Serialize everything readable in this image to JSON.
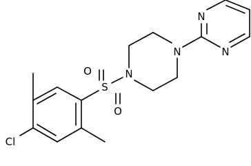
{
  "structure": {
    "atom_labels": {
      "nitrogen_piperazine_left": "N",
      "nitrogen_piperazine_right": "N",
      "nitrogen_pyrimidine_top": "N",
      "nitrogen_pyrimidine_bottom": "N",
      "sulfur": "S",
      "oxygen_top": "O",
      "oxygen_bottom": "O",
      "chlorine": "Cl"
    }
  }
}
